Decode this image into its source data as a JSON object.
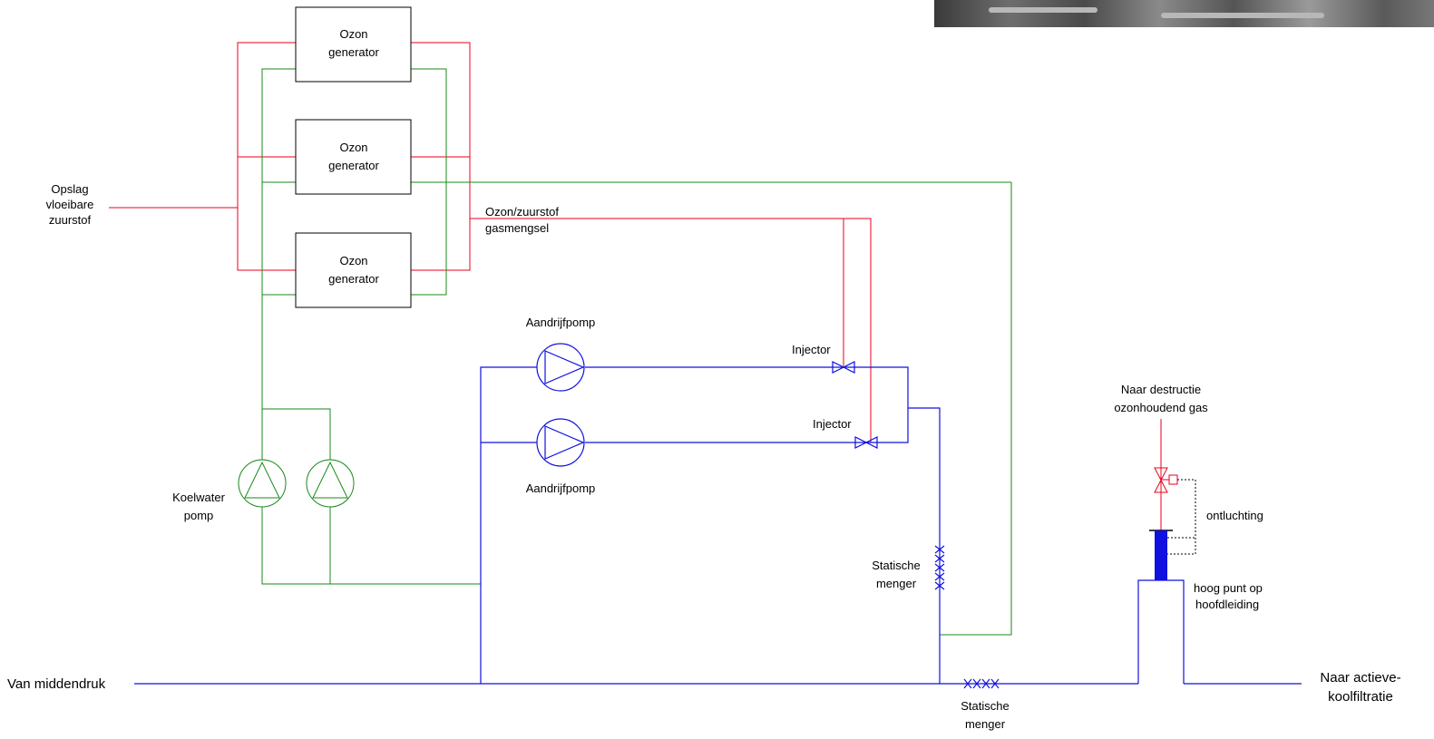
{
  "photo_strip": {
    "description_icon": "equipment-photo"
  },
  "generators": [
    {
      "line1": "Ozon",
      "line2": "generator"
    },
    {
      "line1": "Ozon",
      "line2": "generator"
    },
    {
      "line1": "Ozon",
      "line2": "generator"
    }
  ],
  "labels": {
    "oxygen_storage": [
      "Opslag",
      "vloeibare",
      "zuurstof"
    ],
    "gas_mixture": [
      "Ozon/zuurstof",
      "gasmengsel"
    ],
    "drive_pump_top": "Aandrijfpomp",
    "drive_pump_bottom": "Aandrijfpomp",
    "injector_top": "Injector",
    "injector_bottom": "Injector",
    "cooling_pump": [
      "Koelwater",
      "pomp"
    ],
    "static_mixer_vertical": [
      "Statische",
      "menger"
    ],
    "static_mixer_horizontal": [
      "Statische",
      "menger"
    ],
    "destruction": [
      "Naar destructie",
      "ozonhoudend gas"
    ],
    "vent": "ontluchting",
    "high_point": [
      "hoog punt op",
      "hoofdleiding"
    ],
    "from_medium_pressure": "Van middendruk",
    "to_carbon_filtration": [
      "Naar actieve-",
      "koolfiltratie"
    ]
  },
  "colors": {
    "oxygen_line": "#e8001c",
    "cooling_water_line": "#1a8a1a",
    "water_line": "#1010e0"
  }
}
